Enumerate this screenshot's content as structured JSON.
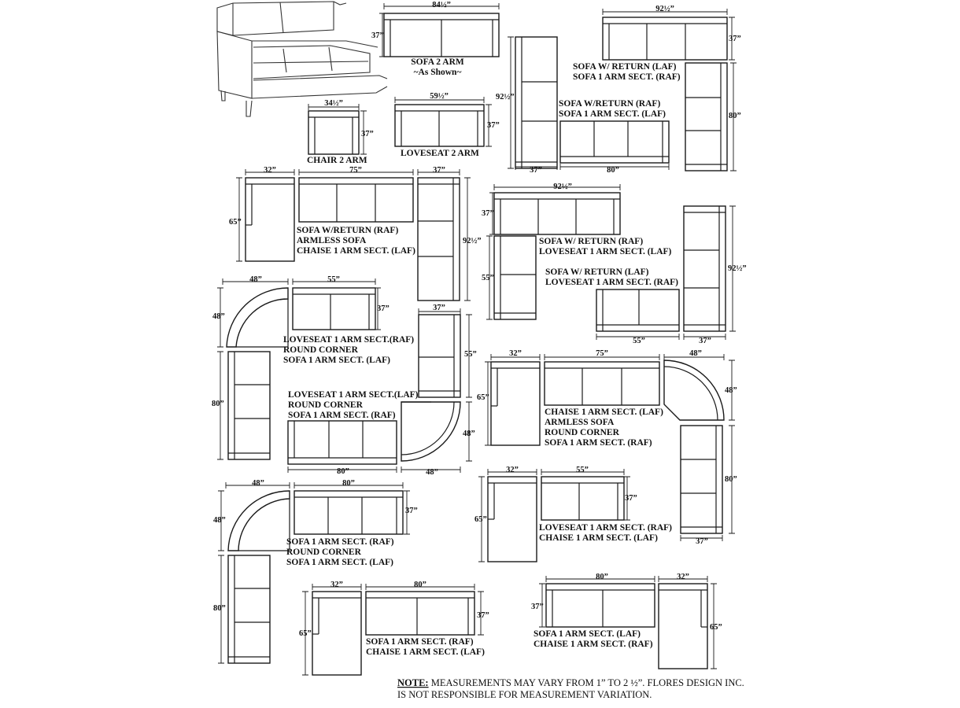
{
  "note": {
    "label": "NOTE:",
    "line1": " MEASUREMENTS MAY VARY FROM 1” TO 2 ½”. FLORES DESIGN INC.",
    "line2": "IS NOT RESPONSIBLE FOR MEASUREMENT VARIATION."
  },
  "configs": [
    {
      "name": "sofa-2-arm",
      "lines": [
        "SOFA 2 ARM",
        "~As Shown~"
      ],
      "dims": [
        "84½”",
        "37”"
      ]
    },
    {
      "name": "chair-2-arm",
      "lines": [
        "CHAIR 2 ARM"
      ],
      "dims": [
        "34½”",
        "37”"
      ]
    },
    {
      "name": "loveseat-2-arm",
      "lines": [
        "LOVESEAT 2 ARM"
      ],
      "dims": [
        "59½”",
        "37”"
      ]
    },
    {
      "name": "sofa-return-laf",
      "lines": [
        "SOFA W/ RETURN (LAF)",
        "SOFA 1 ARM SECT. (RAF)"
      ],
      "dims": [
        "92½”",
        "37”",
        "80”"
      ]
    },
    {
      "name": "sofa-return-raf",
      "lines": [
        "SOFA W/RETURN (RAF)",
        "SOFA 1 ARM SECT. (LAF)"
      ],
      "dims": [
        "92½”",
        "37”",
        "80”"
      ]
    },
    {
      "name": "sofa-return-raf-chaise",
      "lines": [
        "SOFA W/RETURN (RAF)",
        "ARMLESS SOFA",
        "CHAISE 1 ARM SECT. (LAF)"
      ],
      "dims": [
        "32”",
        "75”",
        "37”",
        "65”",
        "92½”"
      ]
    },
    {
      "name": "sofa-return-raf-loveseat",
      "lines": [
        "SOFA W/ RETURN (RAF)",
        "LOVESEAT 1 ARM SECT. (LAF)"
      ],
      "dims": [
        "92½”",
        "37”",
        "55”"
      ]
    },
    {
      "name": "sofa-return-laf-loveseat",
      "lines": [
        "SOFA  W/ RETURN (LAF)",
        "LOVESEAT 1 ARM SECT. (RAF)"
      ],
      "dims": [
        "92½”",
        "55”",
        "37”"
      ]
    },
    {
      "name": "loveseat-raf-corner-sofa-laf",
      "lines": [
        "LOVESEAT 1 ARM SECT.(RAF)",
        "ROUND CORNER",
        "SOFA 1 ARM SECT. (LAF)"
      ],
      "dims": [
        "48”",
        "55”",
        "37”",
        "48”",
        "80”"
      ]
    },
    {
      "name": "loveseat-laf-corner-sofa-raf",
      "lines": [
        "LOVESEAT 1 ARM SECT.(LAF)",
        "ROUND CORNER",
        "SOFA 1 ARM SECT. (RAF)"
      ],
      "dims": [
        "37”",
        "55”",
        "48”",
        "80”",
        "48”"
      ]
    },
    {
      "name": "chaise-armless-corner-sofa",
      "lines": [
        "CHAISE 1 ARM SECT. (LAF)",
        "ARMLESS SOFA",
        "ROUND CORNER",
        "SOFA 1 ARM SECT. (RAF)"
      ],
      "dims": [
        "32”",
        "75”",
        "48”",
        "65”",
        "48”",
        "80”",
        "37”"
      ]
    },
    {
      "name": "sofa-raf-corner-sofa-laf",
      "lines": [
        "SOFA 1 ARM SECT. (RAF)",
        "ROUND CORNER",
        "SOFA 1 ARM SECT. (LAF)"
      ],
      "dims": [
        "48”",
        "80”",
        "48”",
        "37”",
        "80”"
      ]
    },
    {
      "name": "loveseat-raf-chaise-laf",
      "lines": [
        "LOVESEAT 1 ARM SECT. (RAF)",
        "CHAISE 1 ARM SECT. (LAF)"
      ],
      "dims": [
        "32”",
        "55”",
        "65”",
        "37”"
      ]
    },
    {
      "name": "sofa-raf-chaise-laf",
      "lines": [
        "SOFA 1 ARM SECT. (RAF)",
        "CHAISE 1 ARM SECT. (LAF)"
      ],
      "dims": [
        "32”",
        "80”",
        "37”",
        "65”"
      ]
    },
    {
      "name": "sofa-laf-chaise-raf",
      "lines": [
        "SOFA 1 ARM SECT. (LAF)",
        "CHAISE 1 ARM SECT. (RAF)"
      ],
      "dims": [
        "80”",
        "32”",
        "37”",
        "65”"
      ]
    }
  ]
}
